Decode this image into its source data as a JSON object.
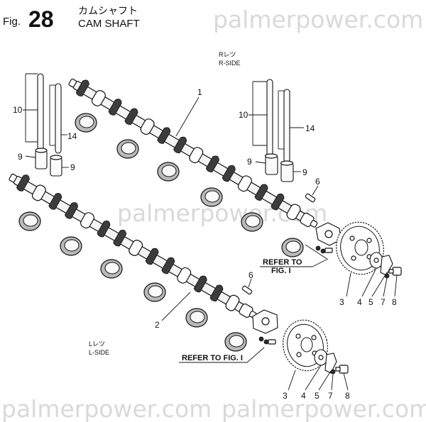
{
  "header": {
    "fig_prefix": "Fig.",
    "fig_number": "28",
    "title_jp": "カムシャフト",
    "title_en": "CAM SHAFT"
  },
  "watermark": "palmerpower.com",
  "labels": {
    "r_side_jp": "Rレツ",
    "r_side_en": "R-SIDE",
    "l_side_jp": "Lレツ",
    "l_side_en": "L-SIDE",
    "refer_r_line1": "REFER TO",
    "refer_r_line2": "FIG. I",
    "refer_l": "REFER TO FIG. I"
  },
  "callouts": {
    "camshaft": "1",
    "camshaft_l": "2",
    "gear": "3",
    "washer": "4",
    "plate": "5",
    "key": "6",
    "lock_washer": "7",
    "bolt": "8",
    "tappet": "9",
    "push_rod_long": "10",
    "push_rod_short": "14"
  }
}
